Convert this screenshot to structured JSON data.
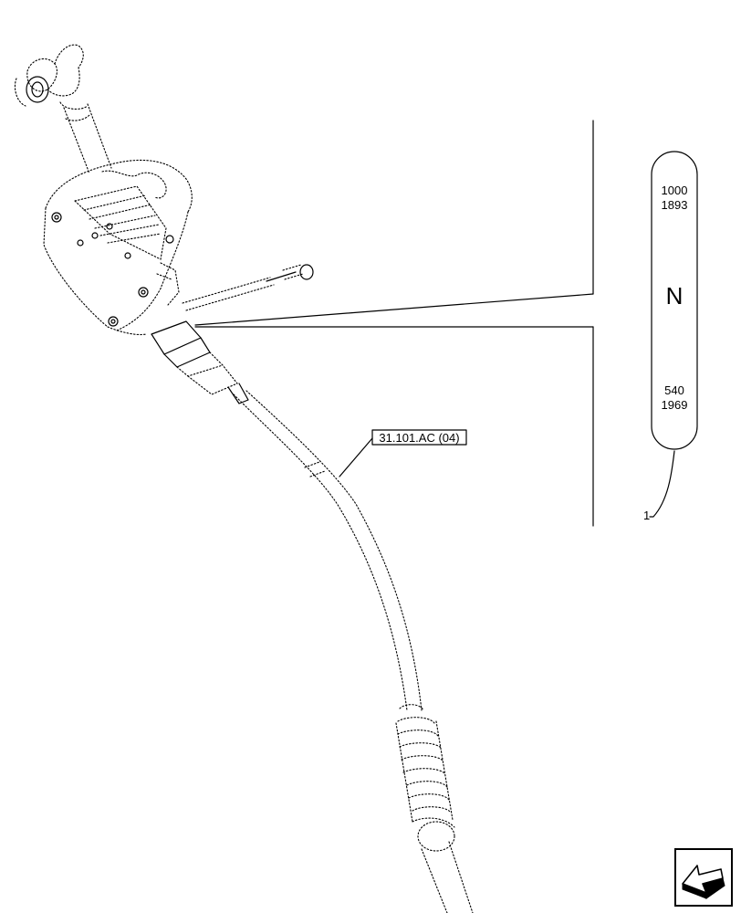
{
  "callout": {
    "reference": "31.101.AC (04)"
  },
  "part_marker": {
    "number": "1"
  },
  "decal": {
    "top_line1": "1000",
    "top_line2": "1893",
    "center": "N",
    "bottom_line1": "540",
    "bottom_line2": "1969"
  },
  "icons": {
    "navigation": "back-arrow-icon"
  }
}
